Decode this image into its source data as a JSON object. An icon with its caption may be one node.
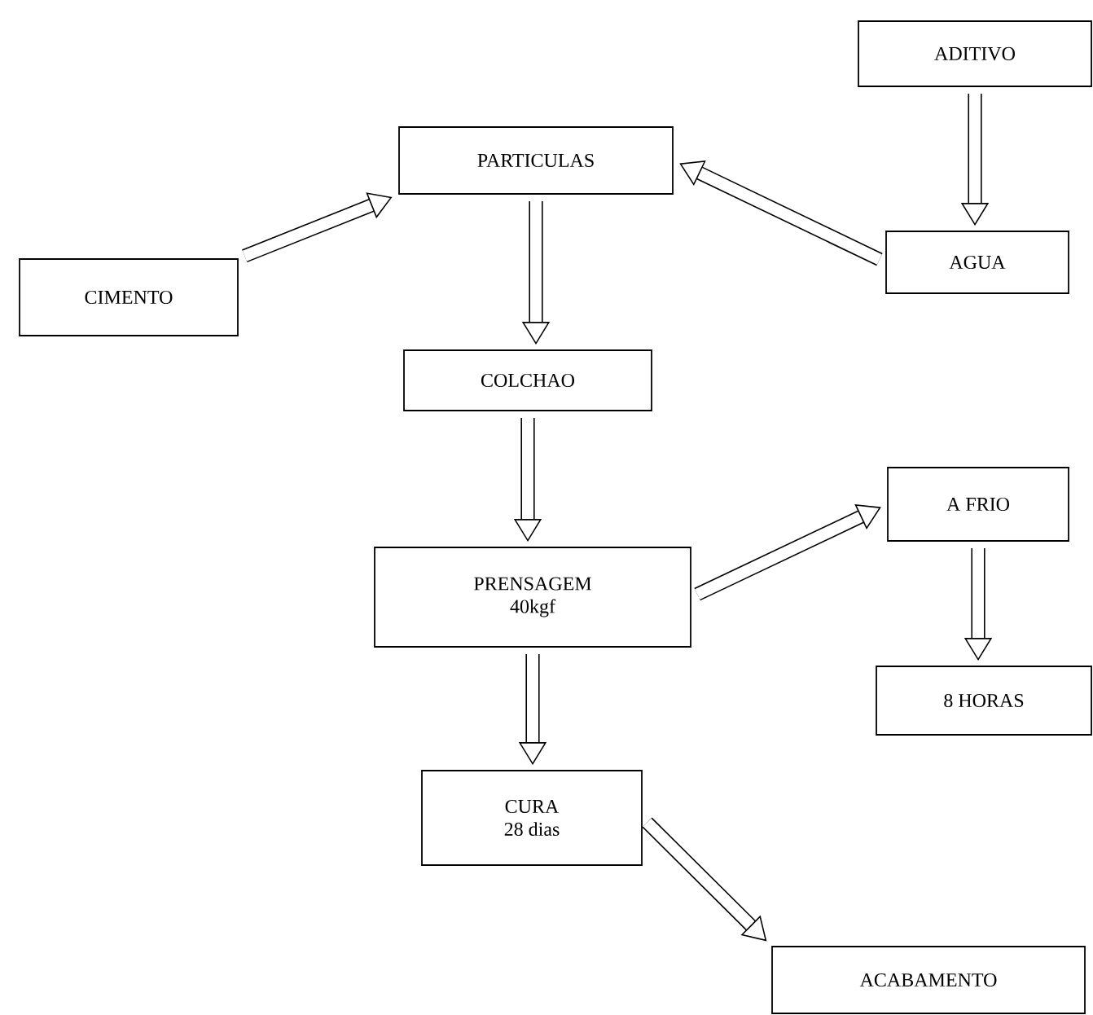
{
  "diagram": {
    "nodes": [
      {
        "text": [
          "ADITIVO"
        ]
      },
      {
        "text": [
          "PARTICULAS"
        ]
      },
      {
        "text": [
          "CIMENTO"
        ]
      },
      {
        "text": [
          "AGUA"
        ]
      },
      {
        "text": [
          "COLCHAO"
        ]
      },
      {
        "text": [
          "PRENSAGEM",
          "40kgf"
        ]
      },
      {
        "text": [
          "A FRIO"
        ]
      },
      {
        "text": [
          "8 HORAS"
        ]
      },
      {
        "text": [
          "CURA",
          "28 dias"
        ]
      },
      {
        "text": [
          "ACABAMENTO"
        ]
      }
    ],
    "edges": [
      {
        "from": 2,
        "to": 1,
        "arrow": "to"
      },
      {
        "from": 0,
        "to": 3,
        "arrow": "to"
      },
      {
        "from": 3,
        "to": 1,
        "arrow": "to"
      },
      {
        "from": 1,
        "to": 4,
        "arrow": "to"
      },
      {
        "from": 4,
        "to": 5,
        "arrow": "to"
      },
      {
        "from": 5,
        "to": 6,
        "arrow": "to"
      },
      {
        "from": 6,
        "to": 7,
        "arrow": "to"
      },
      {
        "from": 5,
        "to": 8,
        "arrow": "to"
      },
      {
        "from": 8,
        "to": 9,
        "arrow": "to"
      }
    ]
  }
}
